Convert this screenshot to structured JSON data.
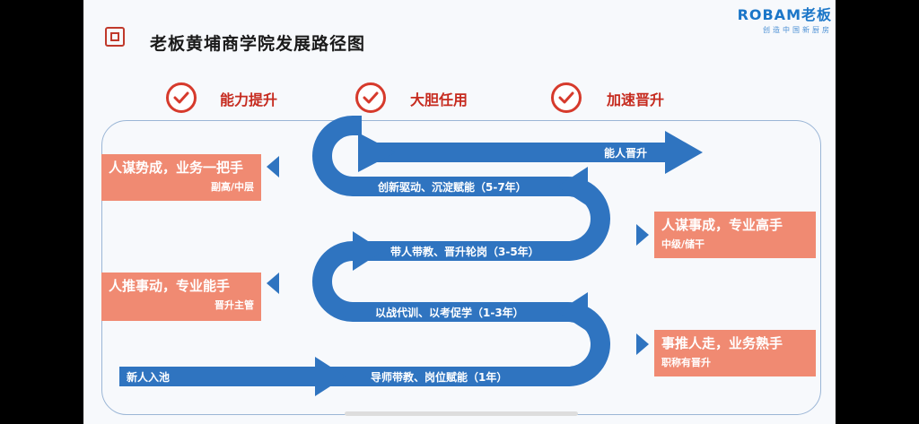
{
  "title": "老板黄埔商学院发展路径图",
  "brand": {
    "name": "ROBAM老板",
    "tagline": "创造中国新厨房",
    "color": "#1b76c8"
  },
  "pillars": [
    {
      "label": "能力提升",
      "icon": "check-circle-icon"
    },
    {
      "label": "大胆任用",
      "icon": "check-circle-icon"
    },
    {
      "label": "加速晋升",
      "icon": "check-circle-icon"
    }
  ],
  "stages": {
    "left_top": {
      "title": "人谋势成，业务一把手",
      "subtitle": "副高/中层"
    },
    "right_upper": {
      "title": "人谋事成，专业高手",
      "subtitle": "中级/储干"
    },
    "left_mid": {
      "title": "人推事动，专业能手",
      "subtitle": "晋升主管"
    },
    "right_lower": {
      "title": "事推人走，业务熟手",
      "subtitle": "职称有晋升"
    }
  },
  "path_labels": {
    "entry": "新人入池",
    "top": "能人晋升",
    "row2": "创新驱动、沉淀赋能（5-7年）",
    "row3": "带人带教、晋升轮岗（3-5年）",
    "row4": "以战代训、以考促学（1-3年）",
    "row5": "导师带教、岗位赋能（1年）"
  },
  "colors": {
    "arrow": "#2f74c0",
    "box": "#f08a72",
    "accent": "#d63a2c"
  }
}
